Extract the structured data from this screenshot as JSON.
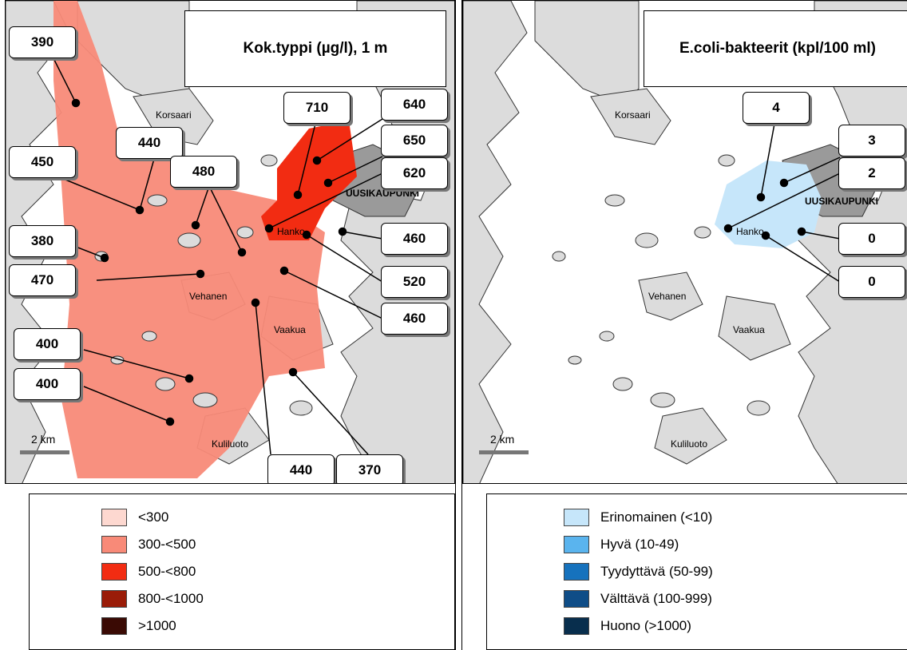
{
  "left_map": {
    "title": "Kok.typpi  (µg/l), 1 m",
    "values": [
      "390",
      "440",
      "450",
      "480",
      "710",
      "640",
      "650",
      "620",
      "380",
      "460",
      "470",
      "520",
      "460",
      "400",
      "400",
      "440",
      "370"
    ],
    "places": {
      "korsaari": "Korsaari",
      "hanko": "Hanko",
      "uusikaupunki": "UUSIKAUPUNKI",
      "vehanen": "Vehanen",
      "vaakua": "Vaakua",
      "kuliluoto": "Kuliluoto"
    },
    "scale_label": "2 km",
    "legend": [
      {
        "label": "<300",
        "color": "#fdd8d0"
      },
      {
        "label": "300-<500",
        "color": "#f88a78"
      },
      {
        "label": "500-<800",
        "color": "#f22c12"
      },
      {
        "label": "800-<1000",
        "color": "#9a1c08"
      },
      {
        "label": ">1000",
        "color": "#3a0a04"
      }
    ],
    "zone_colors": {
      "low": "#f88a78",
      "high": "#f22c12"
    }
  },
  "right_map": {
    "title": "E.coli-bakteerit (kpl/100 ml)",
    "values": [
      "4",
      "3",
      "2",
      "0",
      "0"
    ],
    "places": {
      "korsaari": "Korsaari",
      "hanko": "Hanko",
      "uusikaupunki": "UUSIKAUPUNKI",
      "vehanen": "Vehanen",
      "vaakua": "Vaakua",
      "kuliluoto": "Kuliluoto"
    },
    "scale_label": "2 km",
    "legend": [
      {
        "label": "Erinomainen  (<10)",
        "color": "#c6e6fa"
      },
      {
        "label": "Hyvä (10-49)",
        "color": "#5ab4ee"
      },
      {
        "label": "Tyydyttävä (50-99)",
        "color": "#1672bd"
      },
      {
        "label": "Välttävä (100-999)",
        "color": "#0f4d87"
      },
      {
        "label": "Huono (>1000)",
        "color": "#082e4d"
      }
    ],
    "zone_colors": {
      "low": "#c6e6fa"
    }
  },
  "colors": {
    "land": "#dcdcdc",
    "land_stroke": "#333333",
    "urban": "#9a9a9a",
    "sea": "#ffffff"
  }
}
